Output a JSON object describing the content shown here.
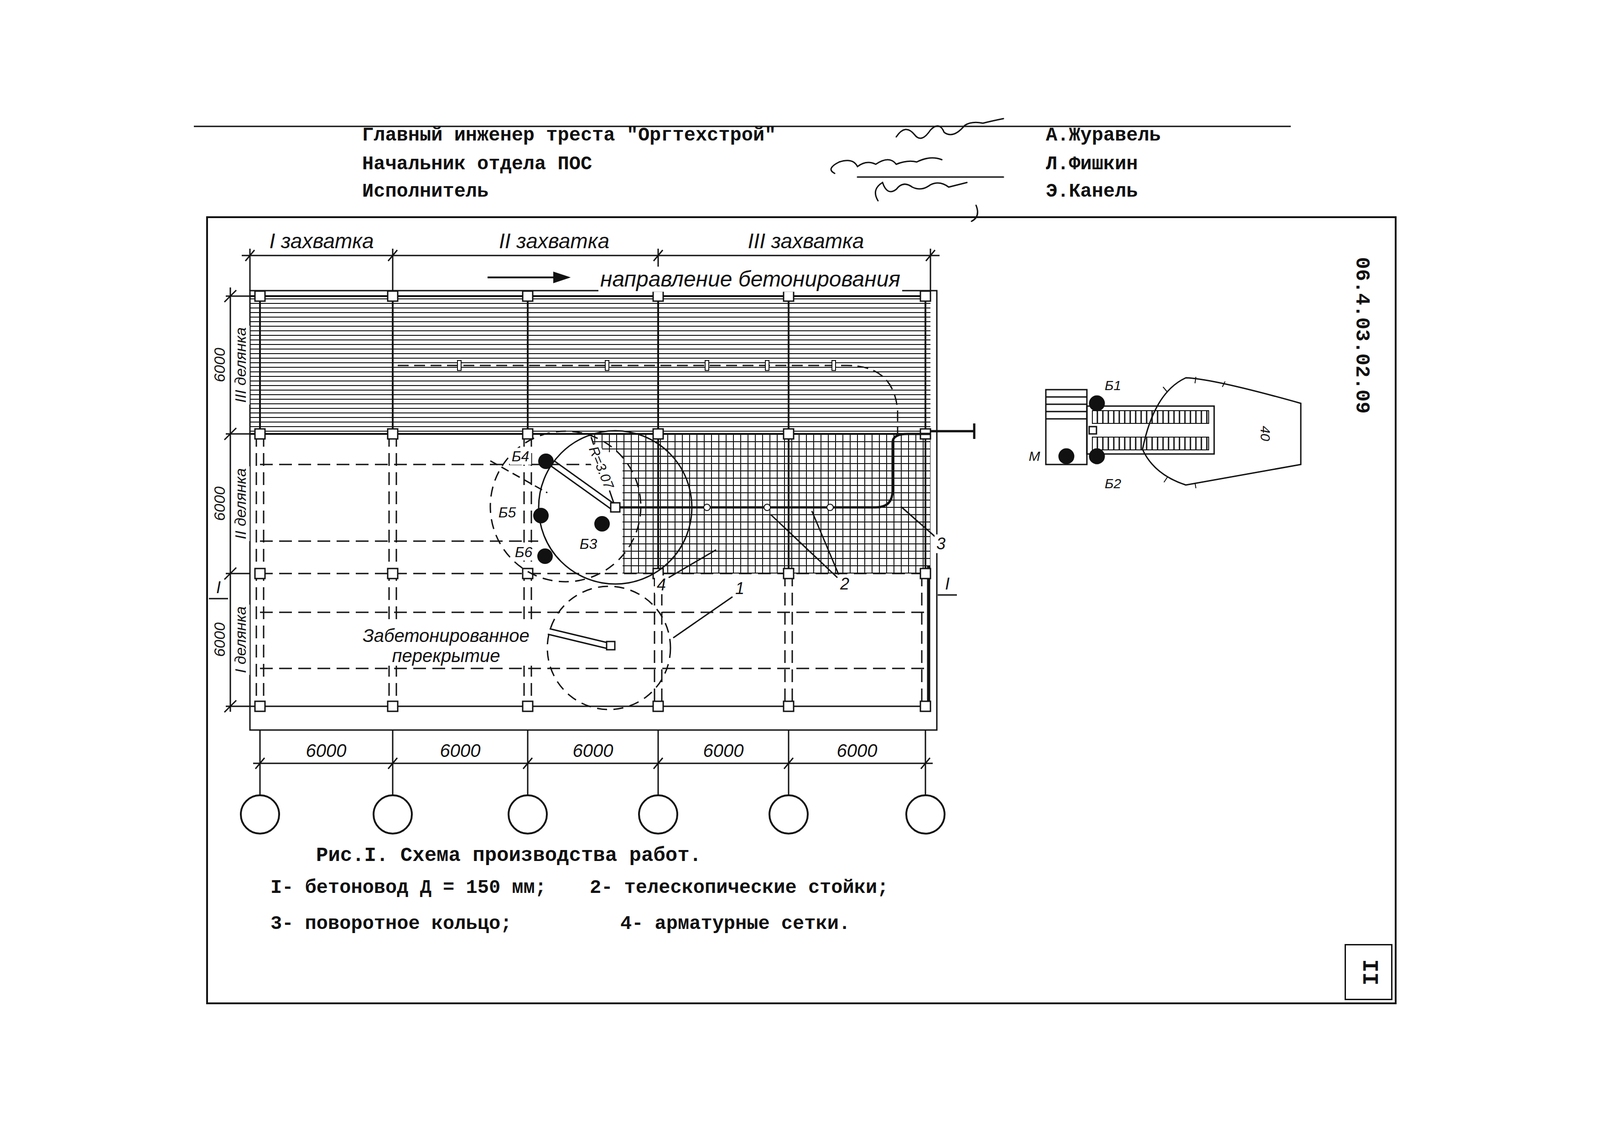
{
  "diagram": {
    "caption": "Рис.I. Схема производства работ.",
    "nodes": [
      {
        "text": [
          "II"
        ]
      }
    ],
    "labels": [
      "Главный инженер треста \"Оргтехстрой\"",
      "Начальник отдела ПОС",
      "Исполнитель",
      "А.Журавель",
      "Л.Фишкин",
      "Э.Канель",
      "I захватка",
      "II захватка",
      "III захватка",
      "направление бетонирования",
      "6000",
      "III делянка",
      "6000",
      "II делянка",
      "6000",
      "I делянка",
      "6000",
      "6000",
      "6000",
      "6000",
      "6000",
      "Б4",
      "Б5",
      "Б3",
      "Б6",
      "R=3.07",
      "Забетонированное перекрытие",
      "1",
      "2",
      "3",
      "4",
      "I",
      "I",
      "Б1",
      "М",
      "Б2",
      "40",
      "06.4.03.02.09",
      "I- бетоновод Д = 150 мм;",
      "2- телескопические стойки;",
      "3- поворотное кольцо;",
      "4- арматурные сетки."
    ]
  }
}
